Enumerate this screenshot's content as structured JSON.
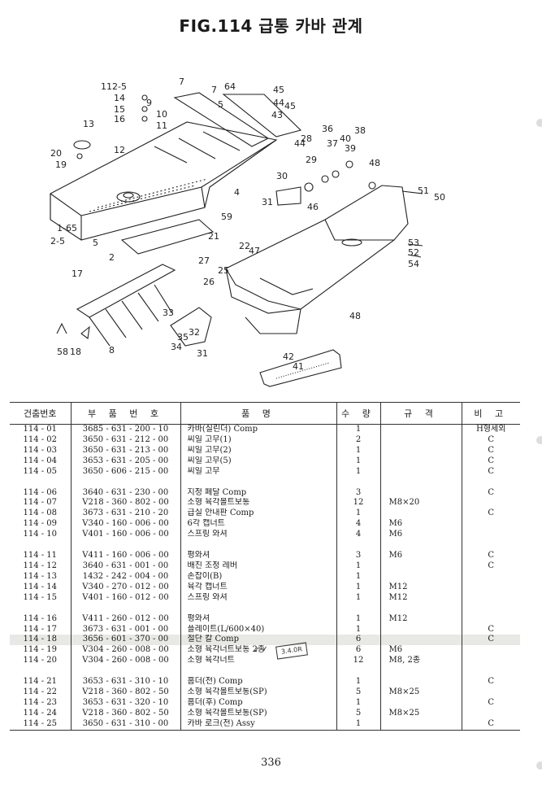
{
  "title": "FIG.114 급통 카바 관계",
  "diagram_labels": [
    "112-5",
    "7",
    "7",
    "64",
    "45",
    "14",
    "9",
    "5",
    "44",
    "45",
    "15",
    "10",
    "43",
    "16",
    "11",
    "36",
    "38",
    "13",
    "12",
    "37",
    "40",
    "28",
    "39",
    "20",
    "44",
    "19",
    "29",
    "48",
    "30",
    "31",
    "51",
    "50",
    "4",
    "46",
    "1-65",
    "2-5",
    "59",
    "5",
    "53",
    "52",
    "21",
    "22",
    "47",
    "54",
    "2",
    "27",
    "17",
    "25",
    "26",
    "33",
    "48",
    "35",
    "32",
    "58",
    "18",
    "8",
    "34",
    "31",
    "42",
    "41"
  ],
  "table": {
    "headers": [
      "건춤번호",
      "부 품 번 호",
      "품 명",
      "수 량",
      "규 격",
      "비 고"
    ],
    "groups": [
      [
        {
          "no": "114 - 01",
          "code": "3685 - 631 - 200 - 10",
          "name": "카바(실린더) Comp",
          "qty": "1",
          "spec": "",
          "remark": "H형세외"
        },
        {
          "no": "114 - 02",
          "code": "3650 - 631 - 212 - 00",
          "name": "씨일 고무(1)",
          "qty": "2",
          "spec": "",
          "remark": "C"
        },
        {
          "no": "114 - 03",
          "code": "3650 - 631 - 213 - 00",
          "name": "씨일 고무(2)",
          "qty": "1",
          "spec": "",
          "remark": "C"
        },
        {
          "no": "114 - 04",
          "code": "3653 - 631 - 205 - 00",
          "name": "씨일 고무(5)",
          "qty": "1",
          "spec": "",
          "remark": "C"
        },
        {
          "no": "114 - 05",
          "code": "3650 - 606 - 215 - 00",
          "name": "씨일 고무",
          "qty": "1",
          "spec": "",
          "remark": "C"
        }
      ],
      [
        {
          "no": "114 - 06",
          "code": "3640 - 631 - 230 - 00",
          "name": "지정 페달 Comp",
          "qty": "3",
          "spec": "",
          "remark": "C"
        },
        {
          "no": "114 - 07",
          "code": "V218 - 360 - 802 - 00",
          "name": "소형 육각볼트보통",
          "qty": "12",
          "spec": "M8×20",
          "remark": ""
        },
        {
          "no": "114 - 08",
          "code": "3673 - 631 - 210 - 20",
          "name": "급실 안내판 Comp",
          "qty": "1",
          "spec": "",
          "remark": "C"
        },
        {
          "no": "114 - 09",
          "code": "V340 - 160 - 006 - 00",
          "name": "6각 캡너트",
          "qty": "4",
          "spec": "M6",
          "remark": ""
        },
        {
          "no": "114 - 10",
          "code": "V401 - 160 - 006 - 00",
          "name": "스프링 와셔",
          "qty": "4",
          "spec": "M6",
          "remark": ""
        }
      ],
      [
        {
          "no": "114 - 11",
          "code": "V411 - 160 - 006 - 00",
          "name": "평와셔",
          "qty": "3",
          "spec": "M6",
          "remark": "C"
        },
        {
          "no": "114 - 12",
          "code": "3640 - 631 - 001 - 00",
          "name": "배진 조정 레버",
          "qty": "1",
          "spec": "",
          "remark": "C"
        },
        {
          "no": "114 - 13",
          "code": "1432 - 242 - 004 - 00",
          "name": "손잡이(B)",
          "qty": "1",
          "spec": "",
          "remark": ""
        },
        {
          "no": "114 - 14",
          "code": "V340 - 270 - 012 - 00",
          "name": "육각 캡너트",
          "qty": "1",
          "spec": "M12",
          "remark": ""
        },
        {
          "no": "114 - 15",
          "code": "V401 - 160 - 012 - 00",
          "name": "스프링 와셔",
          "qty": "1",
          "spec": "M12",
          "remark": ""
        }
      ],
      [
        {
          "no": "114 - 16",
          "code": "V411 - 260 - 012 - 00",
          "name": "평와셔",
          "qty": "1",
          "spec": "M12",
          "remark": ""
        },
        {
          "no": "114 - 17",
          "code": "3673 - 631 - 001 - 00",
          "name": "플레이트(L/600×40)",
          "qty": "1",
          "spec": "",
          "remark": "C"
        },
        {
          "no": "114 - 18",
          "code": "3656 - 601 - 370 - 00",
          "name": "절단 칼 Comp",
          "qty": "6",
          "spec": "",
          "remark": "C"
        },
        {
          "no": "114 - 19",
          "code": "V304 - 260 - 008 - 00",
          "name": "소형 육각너트보통 2종",
          "qty": "6",
          "spec": "M6",
          "remark": ""
        },
        {
          "no": "114 - 20",
          "code": "V304 - 260 - 008 - 00",
          "name": "소형 육각너트",
          "qty": "12",
          "spec": "M8, 2종",
          "remark": ""
        }
      ],
      [
        {
          "no": "114 - 21",
          "code": "3653 - 631 - 310 - 10",
          "name": "홈더(전) Comp",
          "qty": "1",
          "spec": "",
          "remark": "C"
        },
        {
          "no": "114 - 22",
          "code": "V218 - 360 - 802 - 50",
          "name": "소형 육각볼트보통(SP)",
          "qty": "5",
          "spec": "M8×25",
          "remark": ""
        },
        {
          "no": "114 - 23",
          "code": "3653 - 631 - 320 - 10",
          "name": "홈더(후) Comp",
          "qty": "1",
          "spec": "",
          "remark": "C"
        },
        {
          "no": "114 - 24",
          "code": "V218 - 360 - 802 - 50",
          "name": "소형 육각볼트보통(SP)",
          "qty": "5",
          "spec": "M8×25",
          "remark": ""
        },
        {
          "no": "114 - 25",
          "code": "3650 - 631 - 310 - 00",
          "name": "카바 로크(전) Assy",
          "qty": "1",
          "spec": "",
          "remark": "C"
        }
      ]
    ]
  },
  "handwritten_note": "3.4.0R",
  "page_number": "336"
}
